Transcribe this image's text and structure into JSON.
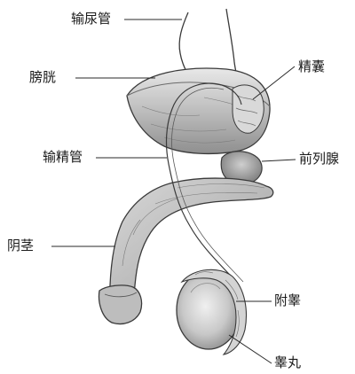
{
  "labels": {
    "ureter": "输尿管",
    "bladder": "膀胱",
    "seminal_vesicle": "精囊",
    "vas_deferens": "输精管",
    "prostate": "前列腺",
    "penis": "阴茎",
    "epididymis": "附睾",
    "testis": "睾丸"
  },
  "colors": {
    "outline": "#3a3a3a",
    "shade_dark": "#9a9a9a",
    "shade_mid": "#c4c4c4",
    "shade_light": "#e6e6e6"
  }
}
